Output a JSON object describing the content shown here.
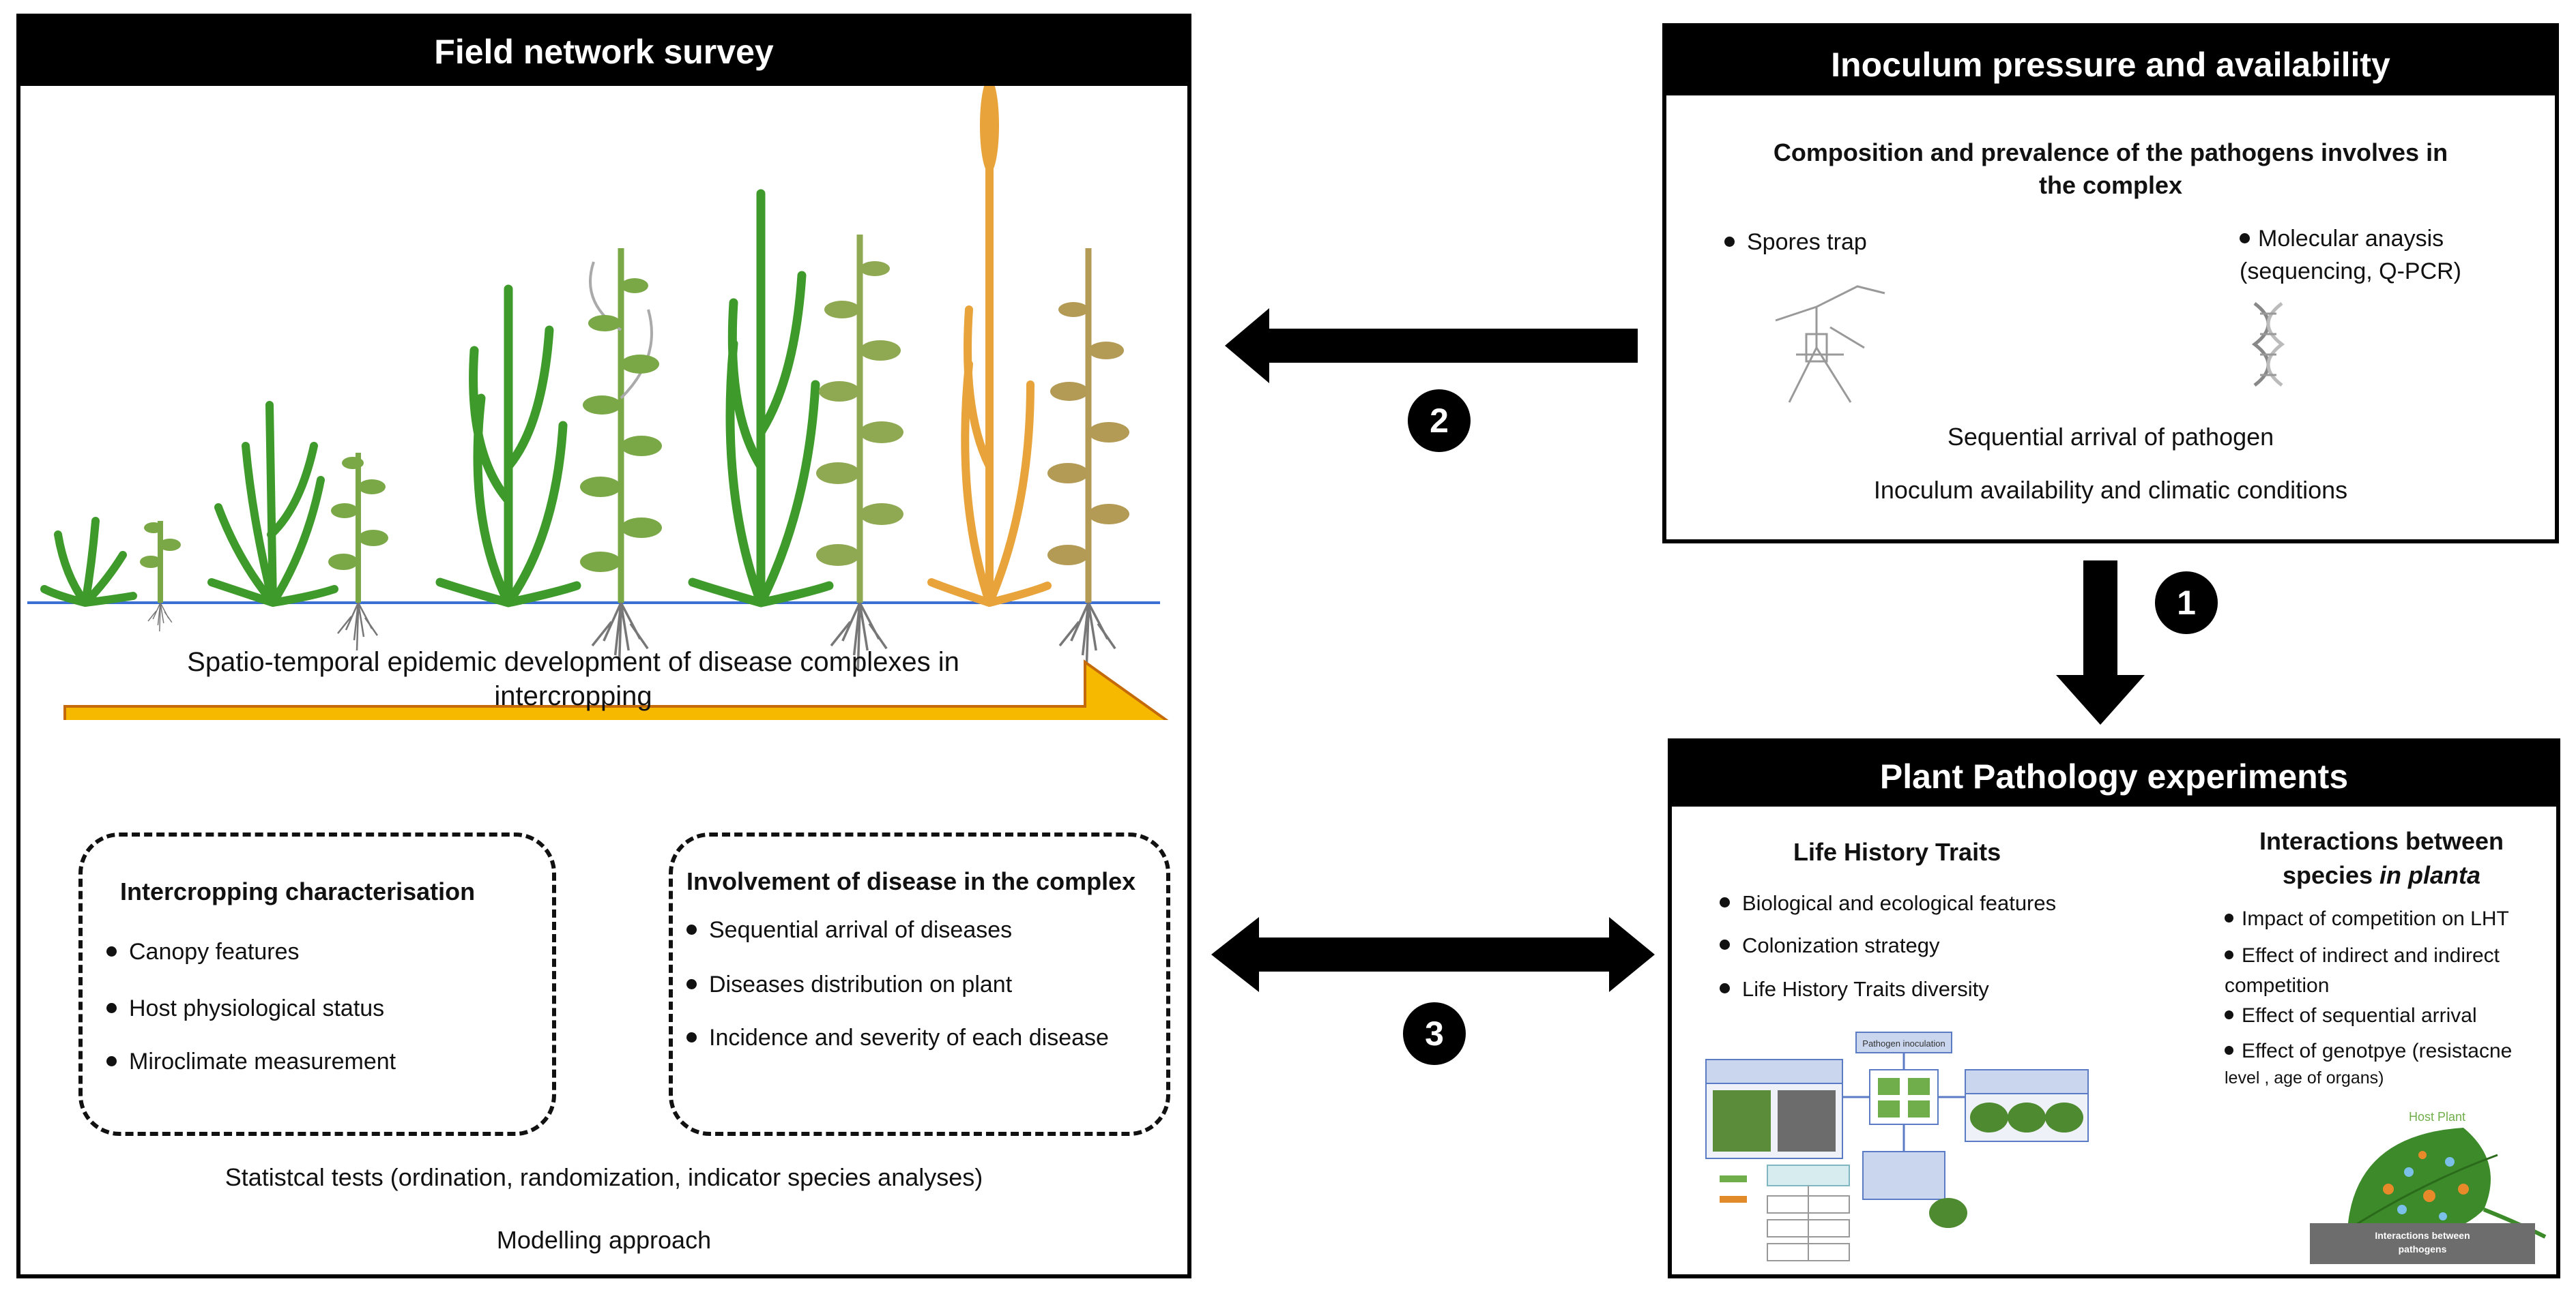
{
  "field_panel": {
    "title": "Field network survey",
    "arrow_text_line1": "Spatio-temporal epidemic development of disease complexes in",
    "arrow_text_line2": "intercropping",
    "box_left": {
      "title": "Intercropping characterisation",
      "items": [
        "Canopy features",
        "Host physiological status",
        "Miroclimate measurement"
      ]
    },
    "box_right": {
      "title": "Involvement of disease in the complex",
      "items": [
        "Sequential arrival of diseases",
        "Diseases distribution on plant",
        "Incidence and severity of each disease"
      ]
    },
    "footer_line1": "Statistcal tests (ordination, randomization, indicator species analyses)",
    "footer_line2": "Modelling approach"
  },
  "inoculum_panel": {
    "title": "Inoculum pressure and availability",
    "subtitle_line1": "Composition and  prevalence of the pathogens involves in",
    "subtitle_line2": "the complex",
    "item_left": "Spores trap",
    "item_right_line1": "Molecular anaysis",
    "item_right_line2": "(sequencing, Q-PCR)",
    "line_a": "Sequential arrival of pathogen",
    "line_b": "Inoculum availability and climatic conditions"
  },
  "pathology_panel": {
    "title": "Plant Pathology experiments",
    "lht_title": "Life History Traits",
    "lht_items": [
      "Biological and ecological features",
      "Colonization strategy",
      "Life History Traits diversity"
    ],
    "inter_title_line1": "Interactions between",
    "inter_title_line2_plain": "species ",
    "inter_title_line2_italic": "in planta",
    "inter_items": [
      "Impact of competition on LHT",
      "Effect of indirect and indirect",
      "competition",
      "Effect of sequential arrival",
      "Effect of genotpye (resistacne",
      "level , age of organs)"
    ],
    "flow_labels": [
      "Pathogen inoculation"
    ],
    "host_label": "Host Plant",
    "interaction_label_line1": "Interactions between",
    "interaction_label_line2": "pathogens"
  },
  "badges": [
    "1",
    "2",
    "3"
  ],
  "colors": {
    "banner_orange": "#F7B800",
    "banner_border": "#C46A0A",
    "ground_line": "#3B6FD4",
    "wheat_green": "#3E9A2A",
    "pea_green": "#7AA846",
    "ripe_wheat": "#E8A33A",
    "ripe_pea": "#B39A55"
  }
}
